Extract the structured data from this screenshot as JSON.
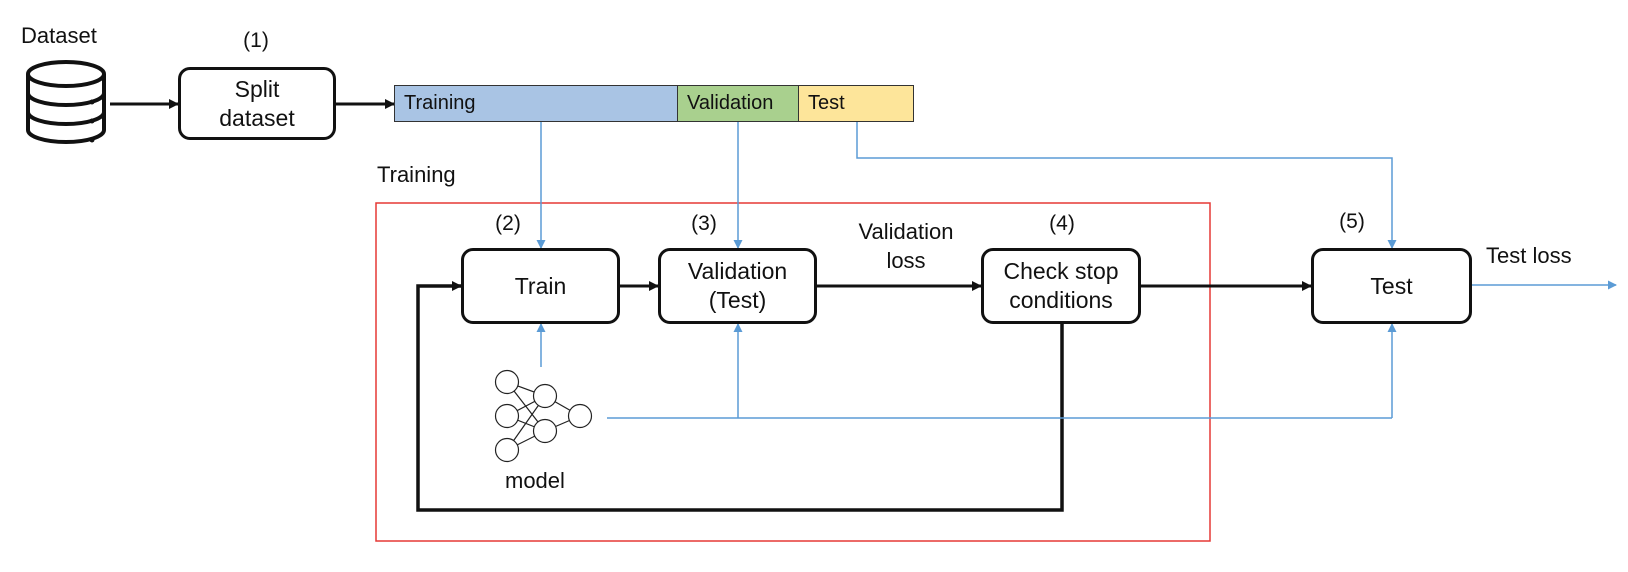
{
  "dataset": {
    "label": "Dataset"
  },
  "steps": {
    "split": {
      "number": "(1)",
      "line1": "Split",
      "line2": "dataset"
    },
    "train": {
      "number": "(2)",
      "label": "Train"
    },
    "validation": {
      "number": "(3)",
      "line1": "Validation",
      "line2": "(Test)"
    },
    "check": {
      "number": "(4)",
      "line1": "Check stop",
      "line2": "conditions"
    },
    "test": {
      "number": "(5)",
      "label": "Test"
    }
  },
  "split_bar": {
    "training": "Training",
    "validation": "Validation",
    "test": "Test"
  },
  "training_region": {
    "label": "Training"
  },
  "edge_labels": {
    "validation_loss_line1": "Validation",
    "validation_loss_line2": "loss",
    "test_loss": "Test loss"
  },
  "model": {
    "label": "model"
  },
  "colors": {
    "training_segment": "#a9c4e4",
    "validation_segment": "#a9d08e",
    "test_segment": "#fde59a",
    "blue_arrows": "#5b9bd5",
    "training_region_border": "#e53935",
    "black_arrows": "#111111"
  }
}
